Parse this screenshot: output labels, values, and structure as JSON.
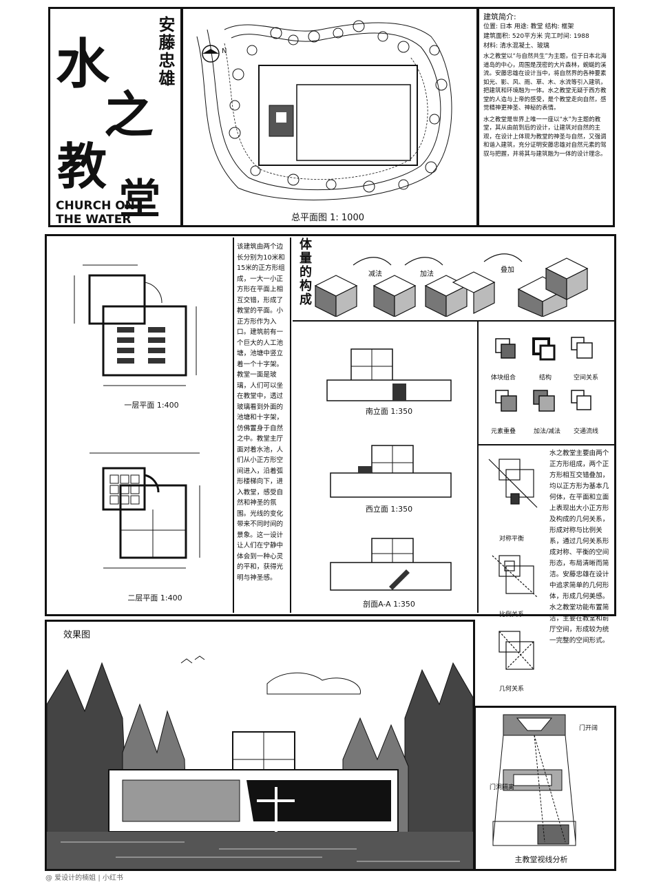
{
  "title_block": {
    "main_title": [
      "水",
      "之",
      "教",
      "堂"
    ],
    "architect": "安藤忠雄",
    "english_title_line1": "CHURCH ON",
    "english_title_line2": "THE WATER"
  },
  "site_plan": {
    "caption": "总平面图  1: 1000",
    "north_label": "N"
  },
  "overview": {
    "heading": "建筑简介:",
    "line1": "位置: 日本   用途: 教堂   结构: 框架",
    "line2": "建筑面积: 520平方米   完工时间: 1988",
    "line3": "材料: 清水混凝土、玻璃",
    "paragraph1": "水之教堂以“与自然共生”为主题，位于日本北海道岛的中心，周围是茂密的大片森林，蜿蜒的溪流。安藤忠雄在设计当中，将自然界的各种要素如光、影、风、雨、草、木、水流等引入建筑，把建筑和环境融为一体。水之教堂无疑于西方教堂的人造与上帝的感受，是个教堂走向自然，感觉精神更神圣、神秘的表情。",
    "paragraph2": "水之教堂是世界上唯一一座以“水”为主题的教堂，其从由前到后的设计，让建筑对自然的主观，在设计上体现为教堂的神圣与自然，又强调和谐入建筑，充分证明安藤忠雄对自然元素的驾驭与把握，并将其与建筑融为一体的设计理念。"
  },
  "plans": {
    "floor1_caption": "一层平面 1:400",
    "floor2_caption": "二层平面 1:400"
  },
  "plan_text": {
    "paragraph": "该建筑由两个边长分别为10米和15米的正方形组成，一大一小正方形在平面上相互交错，形成了教堂的平面。小正方形作为入口。建筑前有一个巨大的人工池塘，池塘中竖立着一个十字架。教堂一面是玻璃，人们可以坐在教堂中，透过玻璃看到外面的池塘和十字架，仿佛置身于自然之中。教堂主厅面对着水池，人们从小正方形空间进入，沿着弧形楼梯向下，进入教堂，感受自然和神圣的氛围。光线的变化带来不同时间的景象。这一设计让人们在宁静中体会到一种心灵的平和，获得光明与神圣感。"
  },
  "massing": {
    "title": "体量的构成",
    "step1": "减法",
    "step2": "加法",
    "step3": "叠加"
  },
  "elevations": {
    "south": "南立面 1:350",
    "west": "西立面 1:350",
    "section": "剖面A-A 1:350"
  },
  "analysis_icons": {
    "items": [
      "体块组合",
      "结构",
      "空间关系",
      "元素重叠",
      "加法/减法",
      "交通流线"
    ]
  },
  "geometry": {
    "symmetry": "对称平衡",
    "proportion": "比例关系",
    "geometry_rel": "几何关系"
  },
  "geometry_text": {
    "paragraph": "水之教堂主要由两个正方形组成，两个正方形相互交错叠加，均以正方形为基本几何体，在平面和立面上表现出大小正方形及构成的几何关系，形成对称与比例关系，通过几何关系形成对称、平衡的空间形态，布局清晰而简洁。安藤忠雄在设计中追求简单的几何形体，形成几何美感。水之教堂功能布置简洁，主要在教堂和前厅空间，形成较为统一完整的空间形式。"
  },
  "perspective": {
    "label": "效果图"
  },
  "sightline": {
    "label_top": "门开阔",
    "label_mid": "门洞隔离",
    "caption": "主教堂视线分析"
  },
  "watermark": {
    "text": "@ 爱设计的楠姐  |  小红书"
  }
}
